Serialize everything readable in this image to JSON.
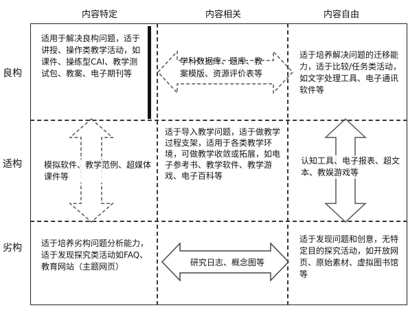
{
  "headers": [
    "内容特定",
    "内容相关",
    "内容自由"
  ],
  "rows": [
    "良构",
    "适构",
    "劣构"
  ],
  "cells": {
    "r1c1": "适用于解决良构问题，适于讲授、操作类教学活动，如课件、操练型CAI、教学测试包、教案、电子期刊等",
    "r1c2": "学科数据库、题库、教案模版、资源评价表等",
    "r1c3": "适于培养解决问题的迁移能力，适于比较/任务类活动，如文字处理工具、电子通讯软件等",
    "r2c1": "模拟软件、教学范例、超媒体课件等",
    "r2c2": "适于导入教学问题，适于做教学过程支架，适用于各类教学环境，可做教学收敛或拓展，如电子参考书、教学软件、教学游戏、电子百科等",
    "r2c3": "认知工具、电子报表、超文本、教娱游戏等",
    "r3c1": "适于培养劣构问题分析能力，适于发现探究类活动如FAQ、教育网站（主题网页）",
    "r3c2": "研究日志、概念图等",
    "r3c3": "适于发现问题和创意，无特定目的探究活动，如开放网页、原始素材、虚拟图书馆等"
  }
}
